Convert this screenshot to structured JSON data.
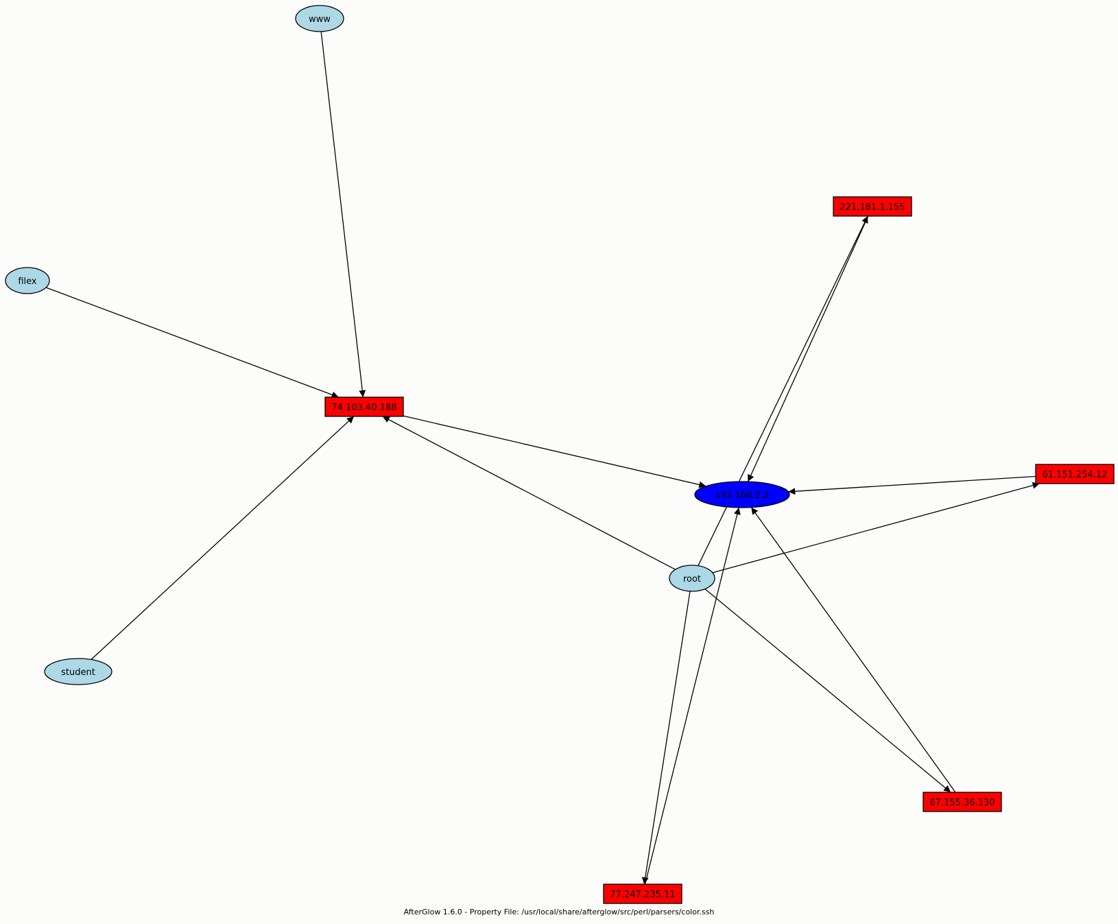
{
  "graph": {
    "colors": {
      "background": "#fcfdfa",
      "user_fill": "#add8e6",
      "internal_fill": "#0000ff",
      "external_fill": "#ff0000",
      "stroke": "#000000"
    },
    "nodes": [
      {
        "id": "www",
        "label": "www",
        "role": "user",
        "shape": "ellipse"
      },
      {
        "id": "filex",
        "label": "filex",
        "role": "user",
        "shape": "ellipse"
      },
      {
        "id": "student",
        "label": "student",
        "role": "user",
        "shape": "ellipse"
      },
      {
        "id": "root",
        "label": "root",
        "role": "user",
        "shape": "ellipse"
      },
      {
        "id": "n74",
        "label": "74.103.40.188",
        "role": "external",
        "shape": "box"
      },
      {
        "id": "n192",
        "label": "192.168.2.2",
        "role": "internal",
        "shape": "ellipse"
      },
      {
        "id": "n221",
        "label": "221.181.1.155",
        "role": "external",
        "shape": "box"
      },
      {
        "id": "n61",
        "label": "61.151.254.12",
        "role": "external",
        "shape": "box"
      },
      {
        "id": "n67",
        "label": "67.155.36.130",
        "role": "external",
        "shape": "box"
      },
      {
        "id": "n77",
        "label": "77.247.235.11",
        "role": "external",
        "shape": "box"
      }
    ],
    "edges": [
      {
        "from": "www",
        "to": "n74"
      },
      {
        "from": "filex",
        "to": "n74"
      },
      {
        "from": "student",
        "to": "n74"
      },
      {
        "from": "root",
        "to": "n74"
      },
      {
        "from": "n74",
        "to": "n192"
      },
      {
        "from": "root",
        "to": "n221"
      },
      {
        "from": "n221",
        "to": "n192"
      },
      {
        "from": "root",
        "to": "n61"
      },
      {
        "from": "n61",
        "to": "n192"
      },
      {
        "from": "root",
        "to": "n67"
      },
      {
        "from": "n67",
        "to": "n192"
      },
      {
        "from": "root",
        "to": "n77"
      },
      {
        "from": "n77",
        "to": "n192"
      }
    ]
  },
  "footer": {
    "caption": "AfterGlow 1.6.0 - Property File: /usr/local/share/afterglow/src/perl/parsers/color.ssh"
  }
}
